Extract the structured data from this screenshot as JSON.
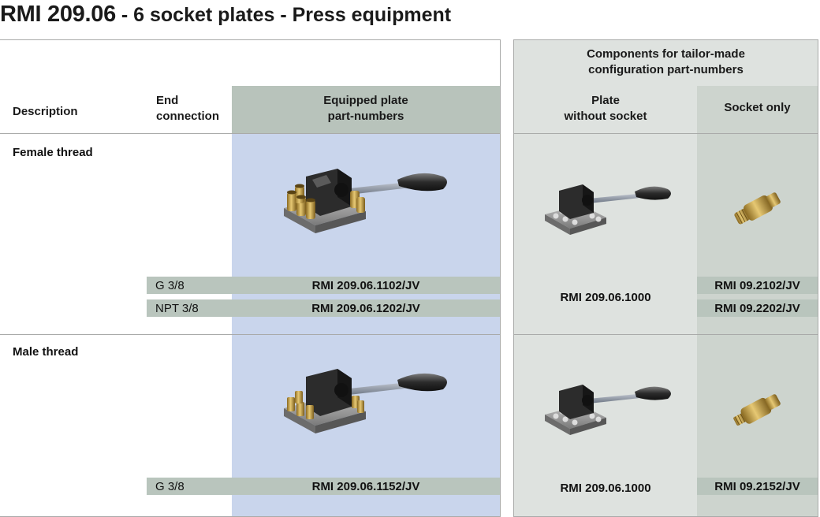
{
  "title": {
    "code": "RMI 209.06",
    "rest": " - 6 socket plates - Press equipment"
  },
  "headers": {
    "components_line1": "Components for tailor-made",
    "components_line2": "configuration part-numbers",
    "description": "Description",
    "end_line1": "End",
    "end_line2": "connection",
    "equipped_line1": "Equipped plate",
    "equipped_line2": "part-numbers",
    "plate_line1": "Plate",
    "plate_line2": "without socket",
    "socket_only": "Socket only"
  },
  "rows": [
    {
      "description": "Female thread",
      "connections": [
        {
          "end": "G 3/8",
          "equipped": "RMI 209.06.1102/JV",
          "socket": "RMI 09.2102/JV"
        },
        {
          "end": "NPT 3/8",
          "equipped": "RMI 209.06.1202/JV",
          "socket": "RMI 09.2202/JV"
        }
      ],
      "plate": "RMI 209.06.1000"
    },
    {
      "description": "Male thread",
      "connections": [
        {
          "end": "G 3/8",
          "equipped": "RMI 209.06.1152/JV",
          "socket": "RMI 09.2152/JV"
        }
      ],
      "plate": "RMI 209.06.1000"
    }
  ],
  "colors": {
    "blue_column": "#c9d5ec",
    "green_header": "#b8c3bb",
    "component_bg": "#dee2df",
    "socket_column": "#cdd4ce",
    "strip": "#b9c5bd",
    "border": "#a9aaa9"
  }
}
